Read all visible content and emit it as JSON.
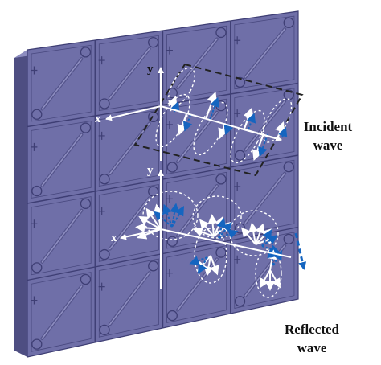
{
  "figure": {
    "incident_label": {
      "line1": "Incident",
      "line2": "wave"
    },
    "reflected_label": {
      "line1": "Reflected",
      "line2": "wave"
    },
    "axis_labels": {
      "upper_y": "y",
      "upper_x": "x",
      "lower_y": "y",
      "lower_x": "x"
    }
  },
  "colors": {
    "panel_front": "#6F6FA8",
    "panel_top": "#8D8DC0",
    "panel_side": "#4E4E82",
    "panel_line": "#3E3E74",
    "arrow_blue": "#1565C0",
    "arrow_white": "#ffffff",
    "frame_dash": "#222222"
  },
  "metasurface": {
    "rows": 4,
    "columns": 4
  },
  "icons": [
    "axis-arrows",
    "wave-arrows"
  ]
}
